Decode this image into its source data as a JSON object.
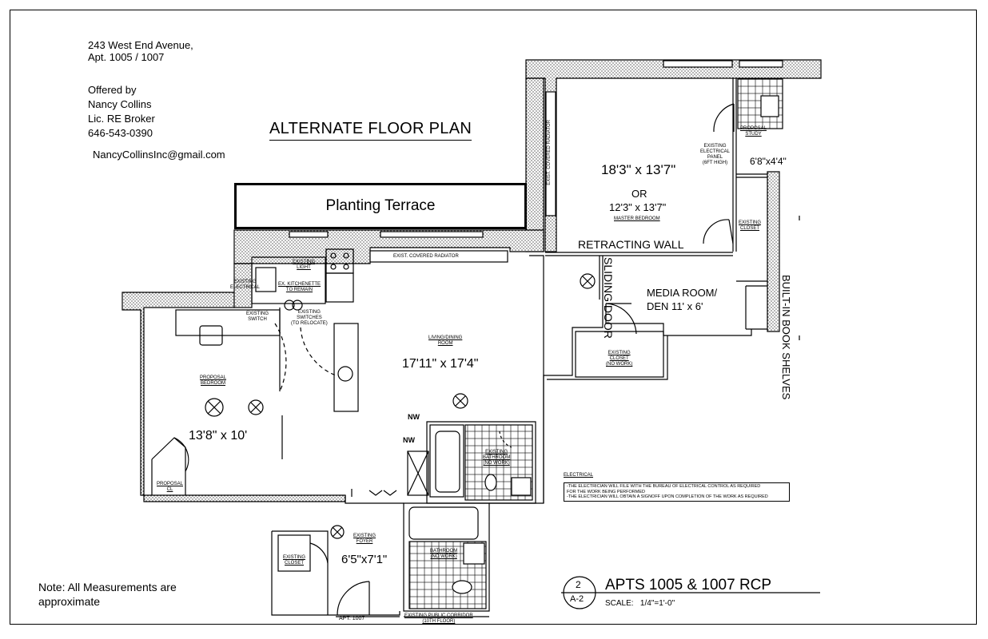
{
  "header": {
    "address_line1": "243 West End Avenue,",
    "address_line2": "Apt. 1005 / 1007",
    "offered_by": "Offered by",
    "broker_name": "Nancy Collins",
    "broker_license": "Lic. RE Broker",
    "broker_phone": "646-543-0390",
    "broker_email": "NancyCollinsInc@gmail.com"
  },
  "plan_title": "ALTERNATE FLOOR PLAN",
  "note_line1": "Note: All Measurements are",
  "note_line2": "approximate",
  "rooms": {
    "terrace": "Planting Terrace",
    "master_dim1": "18'3\" x 13'7\"",
    "master_or": "OR",
    "master_dim2": "12'3\" x 13'7\"",
    "master_label": "MASTER BEDROOM",
    "study_dim": "6'8\"x4'4\"",
    "study_label1": "PROPOSAL",
    "study_label2": "STUDY",
    "elec_panel1": "EXISTING",
    "elec_panel2": "ELECTRICAL",
    "elec_panel3": "PANEL",
    "elec_panel4": "(6FT HIGH)",
    "existing_closet_right1": "EXISTING",
    "existing_closet_right2": "CLOSET",
    "retracting_wall": "RETRACTING WALL",
    "sliding_door1": "SLIDING",
    "sliding_door2": "DOOR",
    "media_room1": "MEDIA ROOM/",
    "media_room2": "DEN  11' x 6'",
    "built_in1": "BUILT-IN",
    "built_in2": "BOOK SHELVES",
    "closet_nowork1": "EXISTING",
    "closet_nowork2": "CLOSET",
    "closet_nowork3": "(NO WORK)",
    "radiator_top": "EXIST. COVERED RADIATOR",
    "radiator_side": "EXIST. COVERED RADIATOR",
    "living_label1": "LIVING/DINING",
    "living_label2": "ROOM",
    "living_dim": "17'11\" x 17'4\"",
    "bedroom_label1": "PROPOSAL",
    "bedroom_label2": "BEDROOM",
    "bedroom_dim": "13'8\" x 10'",
    "proposal_cl1": "PROPOSAL",
    "proposal_cl2": "CL",
    "kitchenette1": "EX. KITCHENETTE",
    "kitchenette2": "TO REMAIN",
    "existing_light1": "EXISTING",
    "existing_light2": "LIGHT",
    "existing_switch1": "EXISTING",
    "existing_switch2": "SWITCH",
    "existing_switches1": "EXISTING",
    "existing_switches2": "SWITCHES",
    "existing_switches3": "(TO RELOCATE)",
    "existing_elec1": "EXISTING",
    "existing_elec2": "ELECTRICAL",
    "bath1_label1": "EXISTING",
    "bath1_label2": "BATHROOM",
    "bath1_label3": "(NO WORK)",
    "bath2_label1": "BATHROOM",
    "bath2_label2": "(NO WORK)",
    "foyer_label1": "EXISTING",
    "foyer_label2": "FOYER",
    "foyer_dim": "6'5\"x7'1\"",
    "closet_left1": "EXISTING",
    "closet_left2": "CLOSET",
    "apt_label": "APT. 1007",
    "corridor1": "EXISTING PUBLIC CORRIDOR",
    "corridor2": "(10TH FLOOR)",
    "nw1": "NW",
    "nw2": "NW"
  },
  "electrical": {
    "heading": "ELECTRICAL",
    "line1": "-THE ELECTRICIAN WILL FILE  WITH THE BUREAU OF ELECTRICAL CONTROL AS REQUIRED",
    "line2": "FOR THE WORK BEING PERFORMED",
    "line3": "-THE ELECTRICIAN WILL OBTAIN A SIGNOFF UPON COMPLETION OF THE WORK AS REQUIRED"
  },
  "rcp": {
    "number": "2",
    "sheet": "A-2",
    "title": "APTS 1005 & 1007 RCP",
    "scale_label": "SCALE:",
    "scale_value": "1/4\"=1'-0\""
  }
}
